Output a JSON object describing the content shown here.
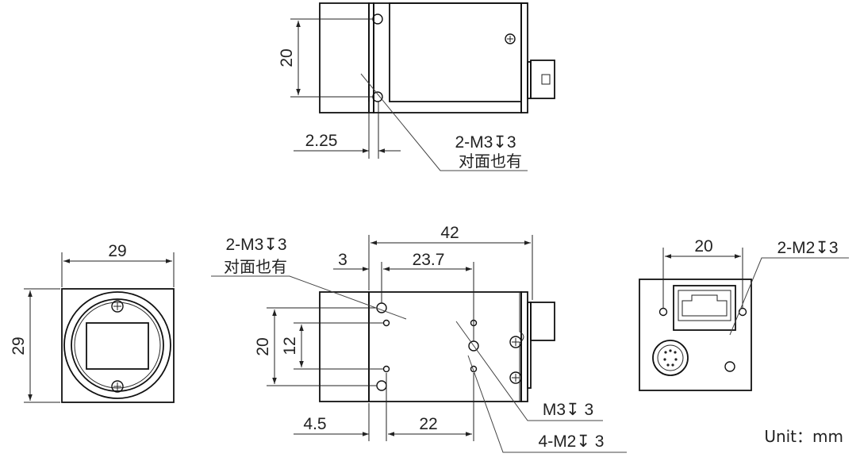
{
  "top_view": {
    "dim_height": "20",
    "dim_offset": "2.25",
    "note_thread": "2-M3↧3",
    "note_opposite": "对面也有"
  },
  "front_view": {
    "dim_width": "29",
    "dim_height": "29"
  },
  "side_view": {
    "dim_length": "42",
    "dim_3": "3",
    "dim_23_7": "23.7",
    "dim_20": "20",
    "dim_12": "12",
    "dim_4_5": "4.5",
    "dim_22": "22",
    "note_thread": "2-M3↧3",
    "note_opposite": "对面也有",
    "note_m3": "M3↧ 3",
    "note_m2": "4-M2↧ 3"
  },
  "rear_view": {
    "dim_width": "20",
    "note_thread": "2-M2↧3"
  },
  "unit_label": "Unit：mm"
}
